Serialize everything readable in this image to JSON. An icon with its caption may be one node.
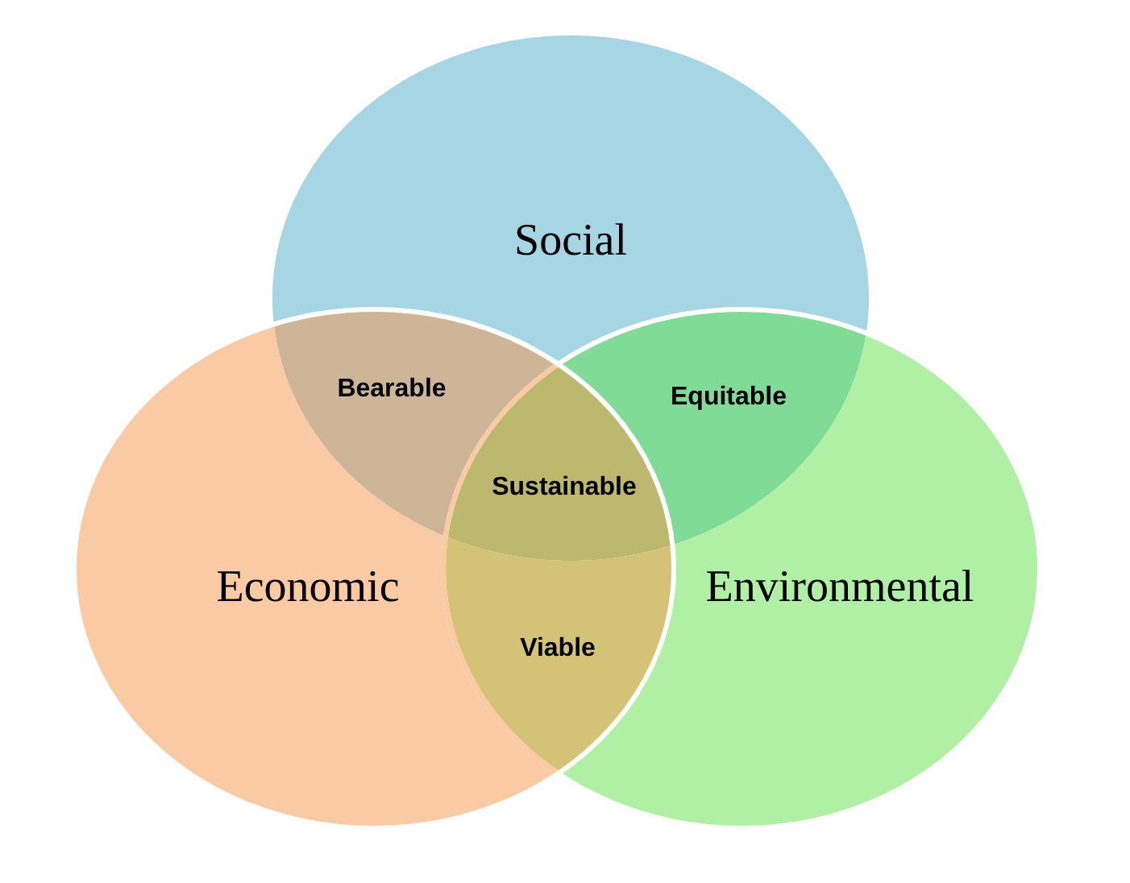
{
  "diagram": {
    "nodes": [
      {
        "text": [
          "Social"
        ]
      },
      {
        "text": [
          "Bearable"
        ]
      },
      {
        "text": [
          "Equitable"
        ]
      },
      {
        "text": [
          "Sustainable"
        ]
      },
      {
        "text": [
          "Economic"
        ]
      },
      {
        "text": [
          "Environmental"
        ]
      },
      {
        "text": [
          "Viable"
        ]
      }
    ]
  }
}
